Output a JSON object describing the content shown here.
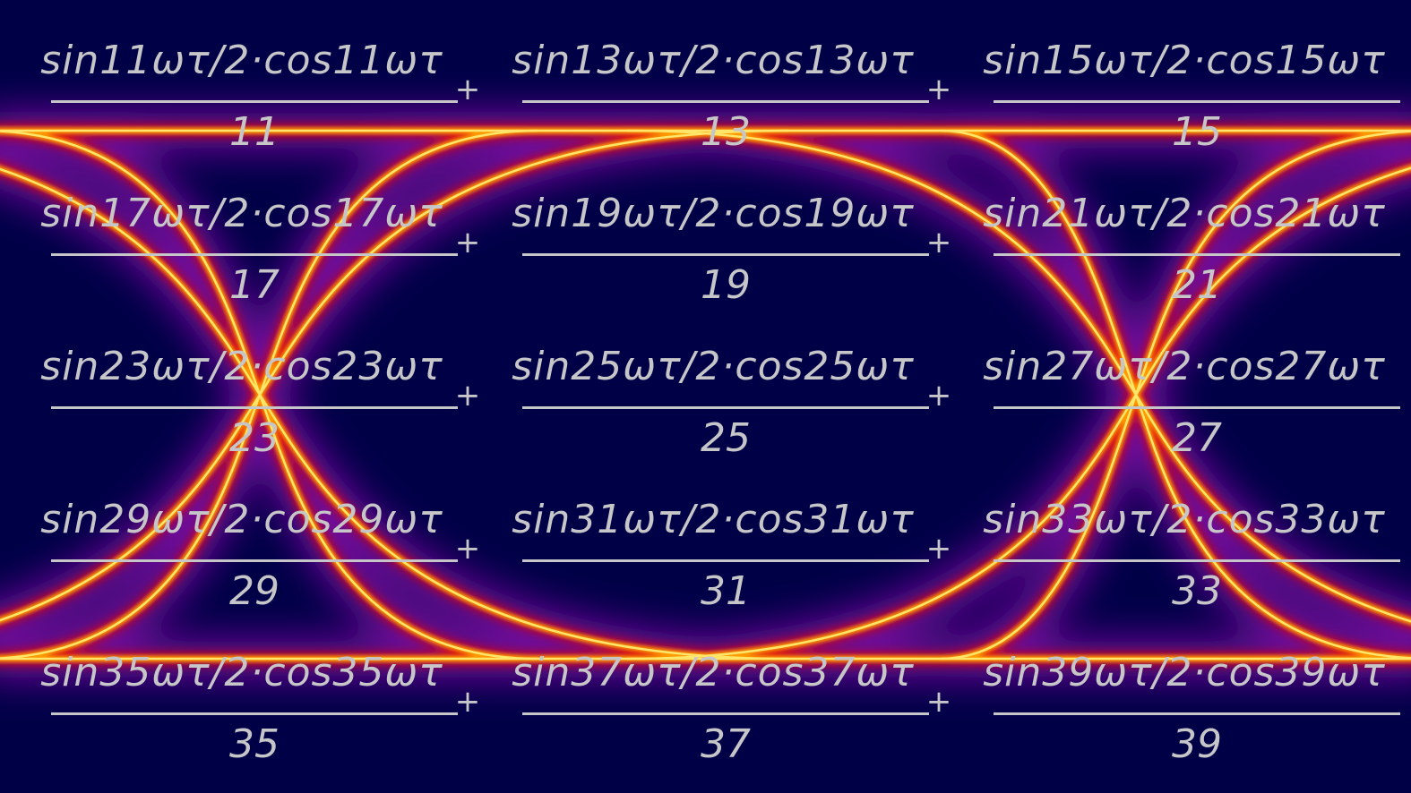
{
  "colors": {
    "background": "#000047",
    "glow_purple": "#7a0aa0",
    "trace_red": "#e01010",
    "trace_orange": "#ff9a00",
    "trace_yellow": "#ffe66a",
    "text": "#c6c6c9"
  },
  "plus_sign": "+",
  "terms": [
    {
      "numerator": "sin11ωτ/2·cos11ωτ",
      "denominator": "11"
    },
    {
      "numerator": "sin13ωτ/2·cos13ωτ",
      "denominator": "13"
    },
    {
      "numerator": "sin15ωτ/2·cos15ωτ",
      "denominator": "15"
    },
    {
      "numerator": "sin17ωτ/2·cos17ωτ",
      "denominator": "17"
    },
    {
      "numerator": "sin19ωτ/2·cos19ωτ",
      "denominator": "19"
    },
    {
      "numerator": "sin21ωτ/2·cos21ωτ",
      "denominator": "21"
    },
    {
      "numerator": "sin23ωτ/2·cos23ωτ",
      "denominator": "23"
    },
    {
      "numerator": "sin25ωτ/2·cos25ωτ",
      "denominator": "25"
    },
    {
      "numerator": "sin27ωτ/2·cos27ωτ",
      "denominator": "27"
    },
    {
      "numerator": "sin29ωτ/2·cos29ωτ",
      "denominator": "29"
    },
    {
      "numerator": "sin31ωτ/2·cos31ωτ",
      "denominator": "31"
    },
    {
      "numerator": "sin33ωτ/2·cos33ωτ",
      "denominator": "33"
    },
    {
      "numerator": "sin35ωτ/2·cos35ωτ",
      "denominator": "35"
    },
    {
      "numerator": "sin37ωτ/2·cos37ωτ",
      "denominator": "37"
    },
    {
      "numerator": "sin39ωτ/2·cos39ωτ",
      "denominator": "39"
    }
  ]
}
